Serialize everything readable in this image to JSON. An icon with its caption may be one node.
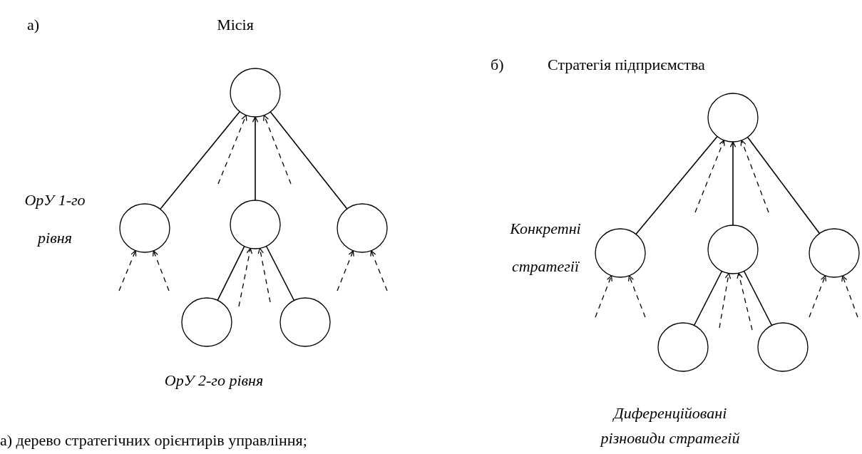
{
  "diagram": {
    "caption": "а) дерево стратегічних орієнтирів управління;",
    "nodes": [
      {
        "text": [],
        "shape": "circle"
      },
      {
        "text": [],
        "shape": "circle"
      },
      {
        "text": [],
        "shape": "circle"
      },
      {
        "text": [],
        "shape": "circle"
      },
      {
        "text": [],
        "shape": "circle"
      },
      {
        "text": [],
        "shape": "circle"
      },
      {
        "text": [],
        "shape": "circle"
      },
      {
        "text": [],
        "shape": "circle"
      },
      {
        "text": [],
        "shape": "circle"
      },
      {
        "text": [],
        "shape": "circle"
      },
      {
        "text": [],
        "shape": "circle"
      },
      {
        "text": [],
        "shape": "circle"
      }
    ],
    "edges": [
      {
        "from": 0,
        "to": 1,
        "arrow": "none"
      },
      {
        "from": 2,
        "to": 0,
        "arrow": "to"
      },
      {
        "from": 0,
        "to": 3,
        "arrow": "none"
      },
      {
        "from": 2,
        "to": 4,
        "arrow": "none"
      },
      {
        "from": 2,
        "to": 5,
        "arrow": "none"
      },
      {
        "from": null,
        "to": 0,
        "arrow": "to",
        "style": "dashed"
      },
      {
        "from": null,
        "to": 0,
        "arrow": "to",
        "style": "dashed"
      },
      {
        "from": null,
        "to": 1,
        "arrow": "to",
        "style": "dashed"
      },
      {
        "from": null,
        "to": 1,
        "arrow": "to",
        "style": "dashed"
      },
      {
        "from": null,
        "to": 2,
        "arrow": "to",
        "style": "dashed"
      },
      {
        "from": null,
        "to": 2,
        "arrow": "to",
        "style": "dashed"
      },
      {
        "from": null,
        "to": 3,
        "arrow": "to",
        "style": "dashed"
      },
      {
        "from": null,
        "to": 3,
        "arrow": "to",
        "style": "dashed"
      },
      {
        "from": 6,
        "to": 7,
        "arrow": "none"
      },
      {
        "from": 8,
        "to": 6,
        "arrow": "to"
      },
      {
        "from": 6,
        "to": 9,
        "arrow": "none"
      },
      {
        "from": 8,
        "to": 10,
        "arrow": "none"
      },
      {
        "from": 8,
        "to": 11,
        "arrow": "none"
      },
      {
        "from": null,
        "to": 6,
        "arrow": "to",
        "style": "dashed"
      },
      {
        "from": null,
        "to": 6,
        "arrow": "to",
        "style": "dashed"
      },
      {
        "from": null,
        "to": 7,
        "arrow": "to",
        "style": "dashed"
      },
      {
        "from": null,
        "to": 7,
        "arrow": "to",
        "style": "dashed"
      },
      {
        "from": null,
        "to": 8,
        "arrow": "to",
        "style": "dashed"
      },
      {
        "from": null,
        "to": 8,
        "arrow": "to",
        "style": "dashed"
      },
      {
        "from": null,
        "to": 9,
        "arrow": "to",
        "style": "dashed"
      },
      {
        "from": null,
        "to": 9,
        "arrow": "to",
        "style": "dashed"
      }
    ],
    "labels": [
      "а)",
      "Місія",
      "ОрУ 1-го рівня",
      "ОрУ 2-го рівня",
      "б)",
      "Стратегія підприємства",
      "Конкретні стратегії",
      "Диференційовані різновиди стратегій"
    ]
  }
}
